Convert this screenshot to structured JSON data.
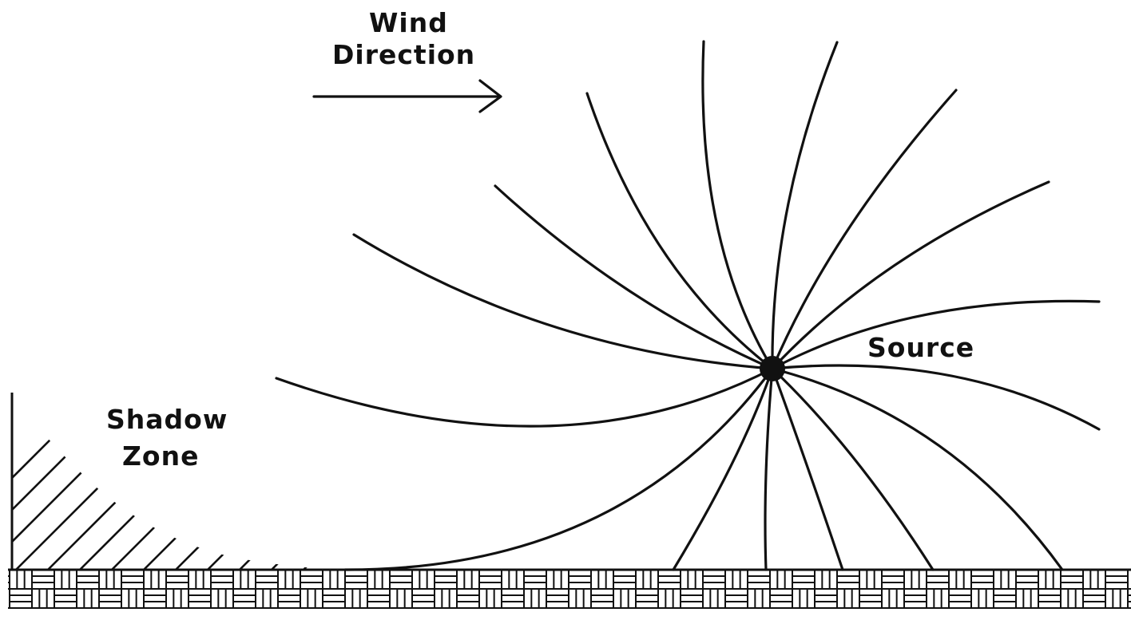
{
  "labels": {
    "wind_line1": "Wind",
    "wind_line2": "Direction",
    "source": "Source",
    "shadow_line1": "Shadow",
    "shadow_line2": "Zone"
  },
  "colors": {
    "ink": "#111111",
    "background": "#ffffff"
  },
  "icons": {
    "wind_arrow": "right-arrow-icon",
    "source": "point-source-dot"
  }
}
